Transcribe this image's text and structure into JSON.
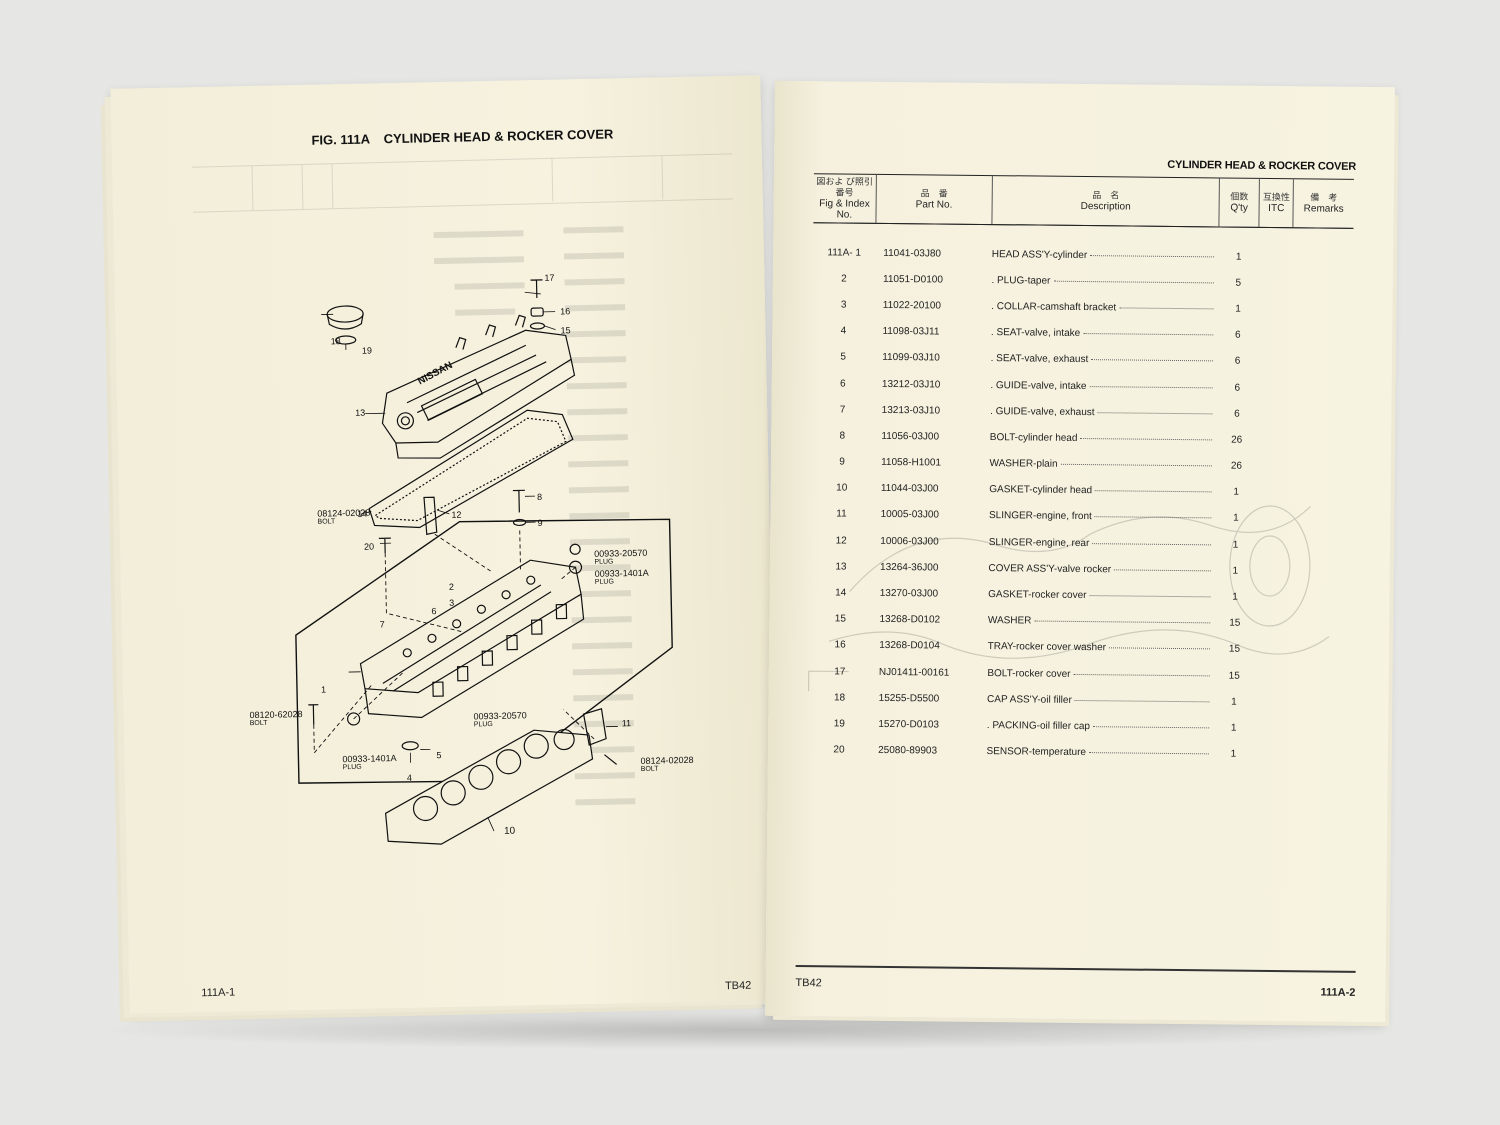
{
  "left_page": {
    "figure_number": "FIG. 111A",
    "figure_title": "CYLINDER HEAD & ROCKER COVER",
    "footer_page": "111A-1",
    "footer_model": "TB42",
    "callouts": {
      "n17": "17",
      "n16": "16",
      "n15": "15",
      "n18": "18",
      "n19": "19",
      "n13": "13",
      "n14": "14",
      "n12": "12",
      "n8": "8",
      "n9": "9",
      "n20": "20",
      "n2": "2",
      "n3": "3",
      "n7": "7",
      "n6": "6",
      "n1": "1",
      "n5": "5",
      "n4": "4",
      "n11": "11",
      "n10": "10",
      "bolt_top_code": "08124-02028",
      "bolt_top_label": "BOLT",
      "plug_a_code": "00933-20570",
      "plug_a_label": "PLUG",
      "plug_b_code": "00933-1401A",
      "plug_b_label": "PLUG",
      "bolt_left_code": "08120-62028",
      "bolt_left_label": "BOLT",
      "plug_c_code": "00933-20570",
      "plug_c_label": "PLUG",
      "plug_d_code": "00933-1401A",
      "plug_d_label": "PLUG",
      "bolt_right_code": "08124-02028",
      "bolt_right_label": "BOLT",
      "cover_brand": "NISSAN"
    }
  },
  "right_page": {
    "title": "CYLINDER HEAD & ROCKER COVER",
    "footer_model": "TB42",
    "footer_page": "111A-2",
    "headers": {
      "fig_jp": "図およ び照引番号",
      "fig": "Fig & Index No.",
      "part_jp": "品　番",
      "part": "Part  No.",
      "desc_jp": "品　名",
      "desc": "Description",
      "qty_jp": "個数",
      "qty": "Q'ty",
      "itc_jp": "互換性",
      "itc": "ITC",
      "rem_jp": "備　考",
      "rem": "Remarks"
    },
    "rows": [
      {
        "fig": "111A- 1",
        "part": "11041-03J80",
        "desc": "HEAD ASS'Y-cylinder",
        "qty": "1"
      },
      {
        "fig": "2",
        "part": "11051-D0100",
        "desc": ". PLUG-taper",
        "qty": "5"
      },
      {
        "fig": "3",
        "part": "11022-20100",
        "desc": ". COLLAR-camshaft bracket",
        "qty": "1"
      },
      {
        "fig": "4",
        "part": "11098-03J11",
        "desc": ". SEAT-valve, intake",
        "qty": "6"
      },
      {
        "fig": "5",
        "part": "11099-03J10",
        "desc": ". SEAT-valve, exhaust",
        "qty": "6"
      },
      {
        "fig": "6",
        "part": "13212-03J10",
        "desc": ". GUIDE-valve, intake",
        "qty": "6"
      },
      {
        "fig": "7",
        "part": "13213-03J10",
        "desc": ". GUIDE-valve, exhaust",
        "qty": "6"
      },
      {
        "fig": "8",
        "part": "11056-03J00",
        "desc": "BOLT-cylinder head",
        "qty": "26"
      },
      {
        "fig": "9",
        "part": "11058-H1001",
        "desc": "WASHER-plain",
        "qty": "26"
      },
      {
        "fig": "10",
        "part": "11044-03J00",
        "desc": "GASKET-cylinder head",
        "qty": "1"
      },
      {
        "fig": "11",
        "part": "10005-03J00",
        "desc": "SLINGER-engine, front",
        "qty": "1"
      },
      {
        "fig": "12",
        "part": "10006-03J00",
        "desc": "SLINGER-engine, rear",
        "qty": "1"
      },
      {
        "fig": "13",
        "part": "13264-36J00",
        "desc": "COVER ASS'Y-valve rocker",
        "qty": "1"
      },
      {
        "fig": "14",
        "part": "13270-03J00",
        "desc": "GASKET-rocker cover",
        "qty": "1"
      },
      {
        "fig": "15",
        "part": "13268-D0102",
        "desc": "WASHER",
        "qty": "15"
      },
      {
        "fig": "16",
        "part": "13268-D0104",
        "desc": "TRAY-rocker cover washer",
        "qty": "15"
      },
      {
        "fig": "17",
        "part": "NJ01411-00161",
        "desc": "BOLT-rocker cover",
        "qty": "15"
      },
      {
        "fig": "18",
        "part": "15255-D5500",
        "desc": "CAP ASS'Y-oil filler",
        "qty": "1"
      },
      {
        "fig": "19",
        "part": "15270-D0103",
        "desc": ". PACKING-oil filler cap",
        "qty": "1"
      },
      {
        "fig": "20",
        "part": "25080-89903",
        "desc": "SENSOR-temperature",
        "qty": "1"
      }
    ]
  }
}
